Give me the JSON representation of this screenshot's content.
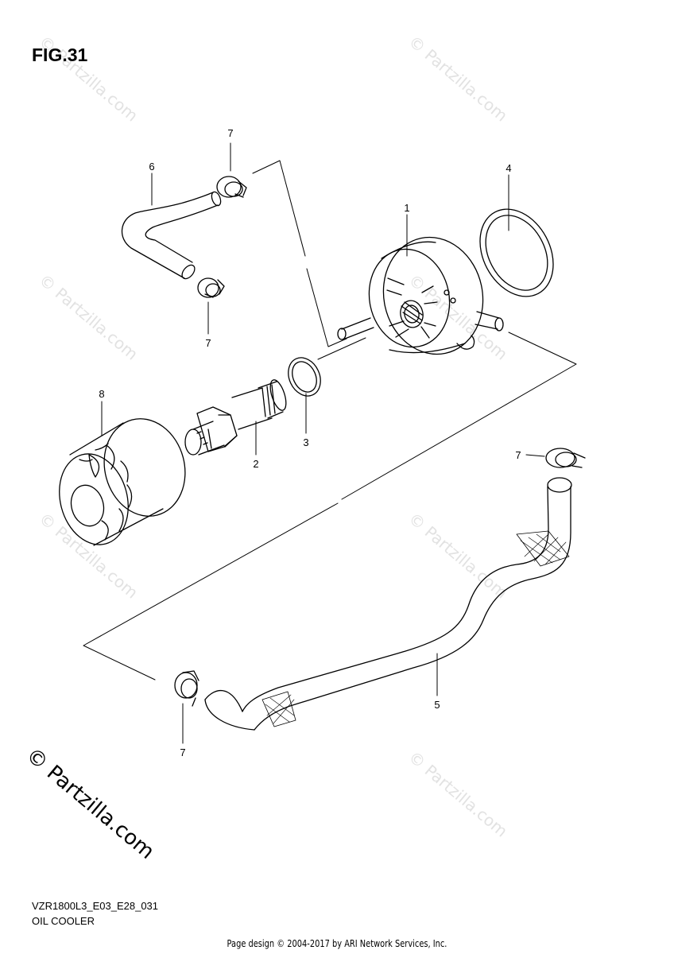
{
  "figure": {
    "title": "FIG.31",
    "code": "VZR1800L3_E03_E28_031",
    "name": "OIL COOLER"
  },
  "footer": {
    "credit": "Page design © 2004-2017 by ARI Network Services, Inc."
  },
  "watermark": {
    "text": "© Partzilla.com"
  },
  "callouts": [
    "1",
    "2",
    "3",
    "4",
    "5",
    "6",
    "7",
    "7",
    "7",
    "7",
    "8"
  ],
  "colors": {
    "line": "#000000",
    "watermark": "#e2e2e2"
  }
}
